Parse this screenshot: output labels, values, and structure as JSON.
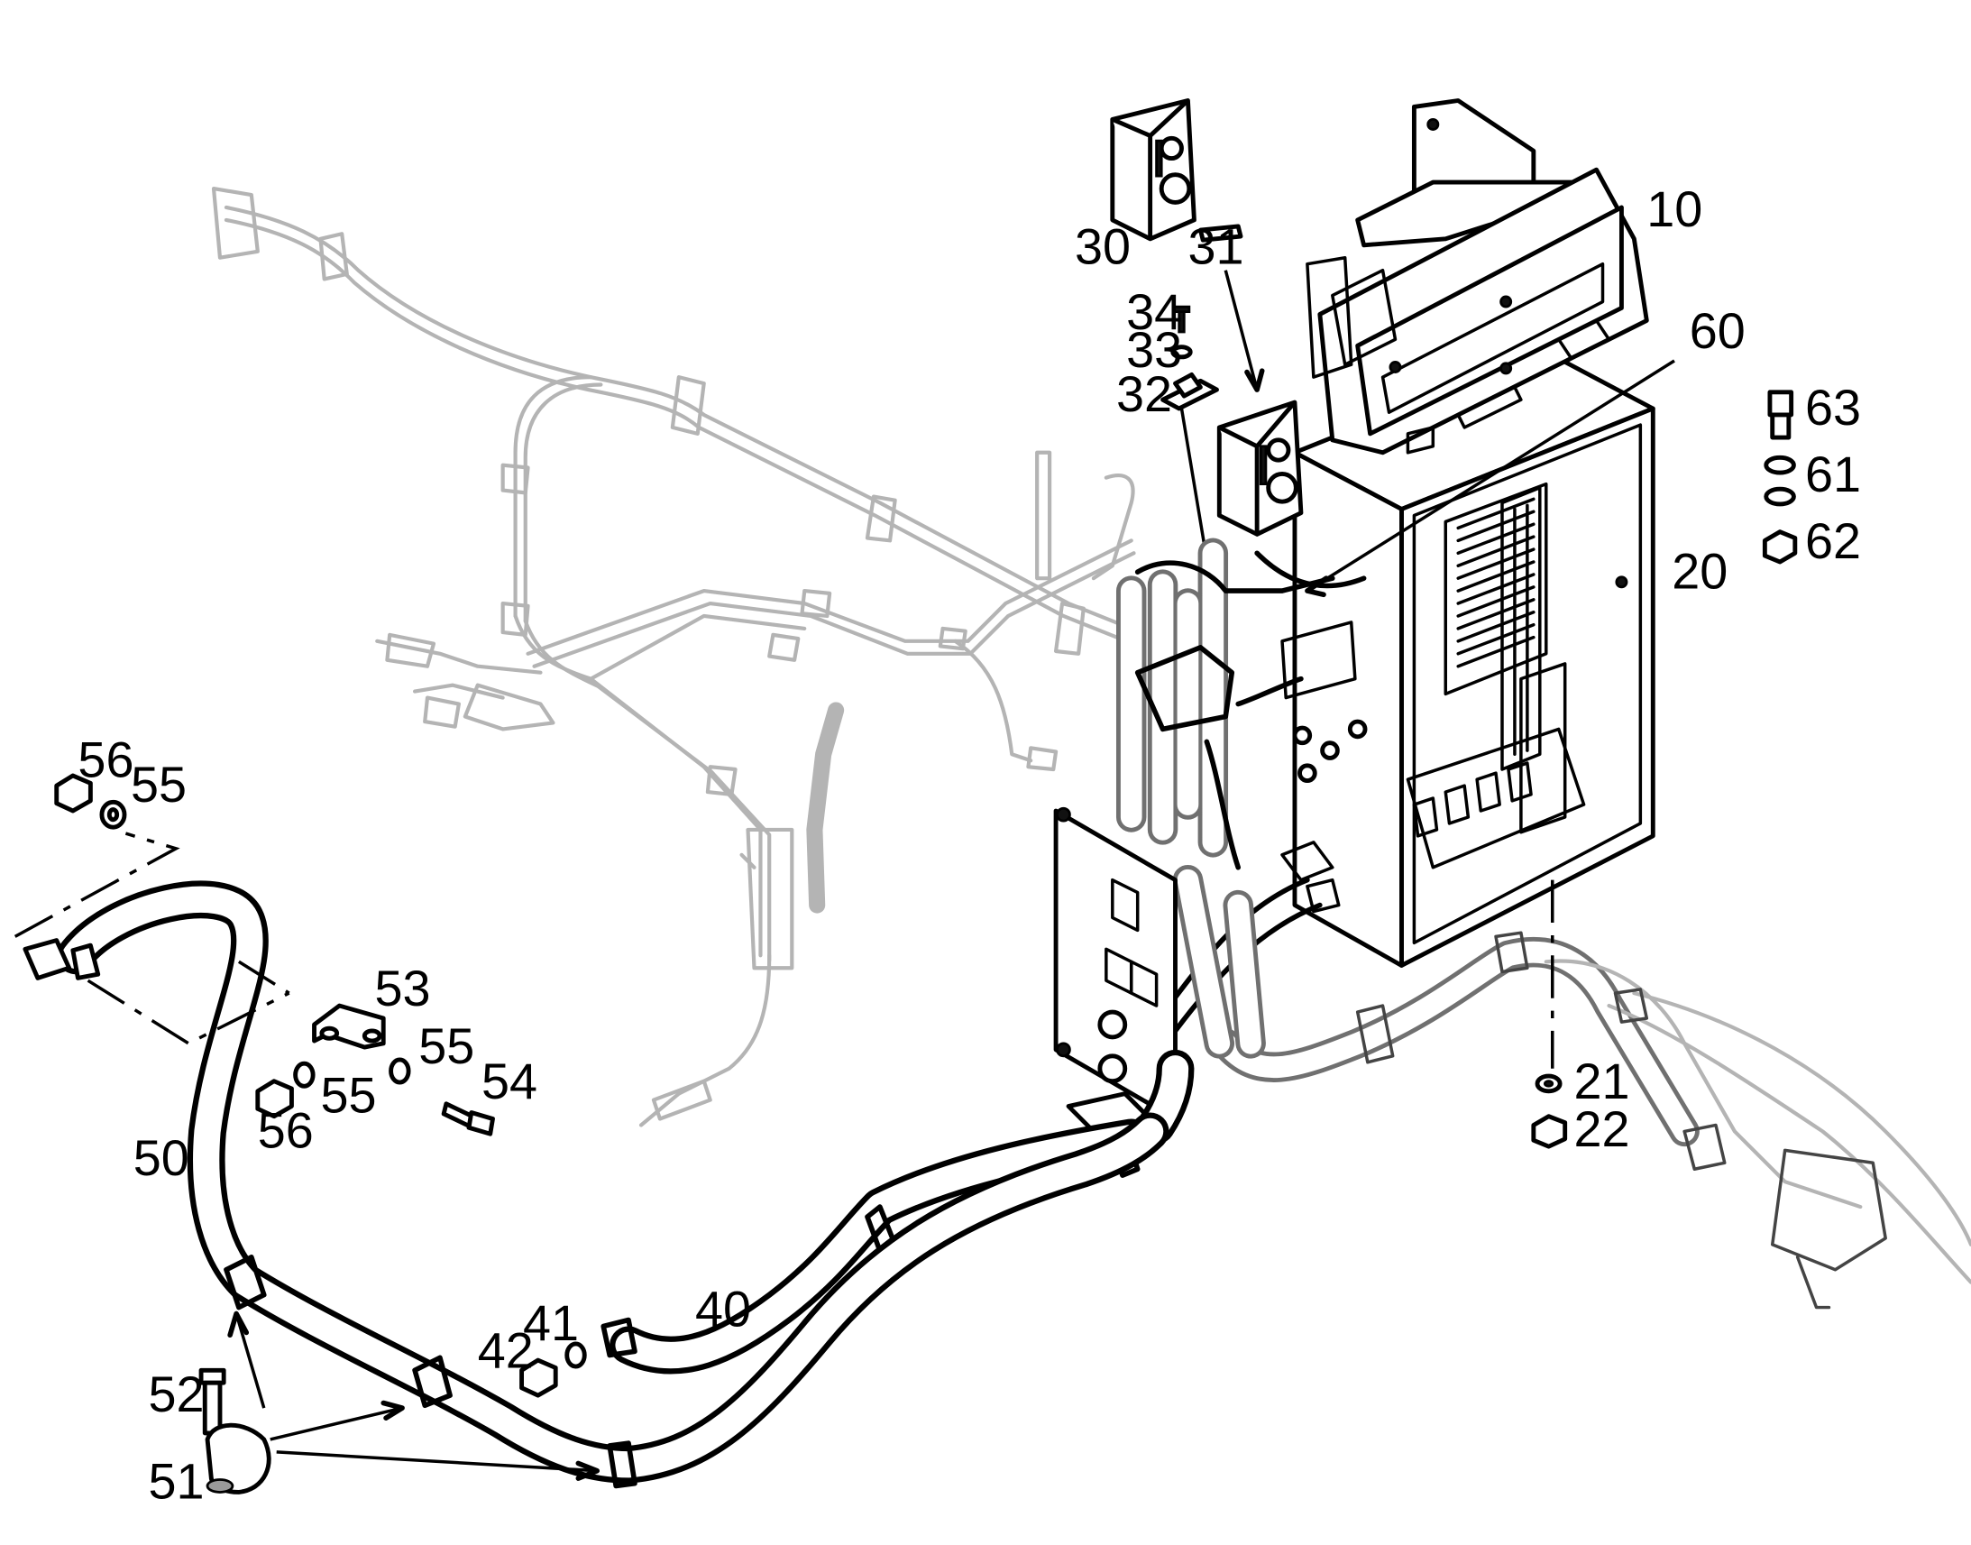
{
  "diagram": {
    "callouts": [
      {
        "id": "c10",
        "text": "10"
      },
      {
        "id": "c20",
        "text": "20"
      },
      {
        "id": "c21",
        "text": "21"
      },
      {
        "id": "c22",
        "text": "22"
      },
      {
        "id": "c30",
        "text": "30"
      },
      {
        "id": "c31",
        "text": "31"
      },
      {
        "id": "c32",
        "text": "32"
      },
      {
        "id": "c33",
        "text": "33"
      },
      {
        "id": "c34",
        "text": "34"
      },
      {
        "id": "c40",
        "text": "40"
      },
      {
        "id": "c41",
        "text": "41"
      },
      {
        "id": "c42",
        "text": "42"
      },
      {
        "id": "c50",
        "text": "50"
      },
      {
        "id": "c51",
        "text": "51"
      },
      {
        "id": "c52",
        "text": "52"
      },
      {
        "id": "c53",
        "text": "53"
      },
      {
        "id": "c54",
        "text": "54"
      },
      {
        "id": "c55a",
        "text": "55"
      },
      {
        "id": "c55b",
        "text": "55"
      },
      {
        "id": "c55c",
        "text": "55"
      },
      {
        "id": "c56a",
        "text": "56"
      },
      {
        "id": "c56b",
        "text": "56"
      },
      {
        "id": "c60",
        "text": "60"
      },
      {
        "id": "c61",
        "text": "61"
      },
      {
        "id": "c62",
        "text": "62"
      },
      {
        "id": "c63",
        "text": "63"
      }
    ]
  }
}
